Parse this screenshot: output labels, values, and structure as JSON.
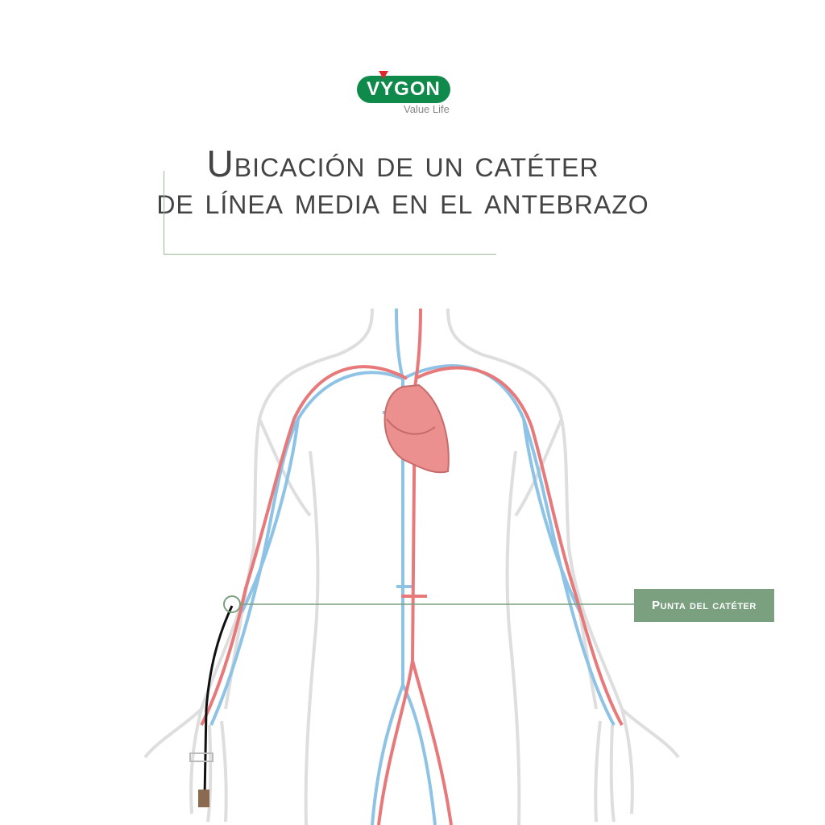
{
  "logo": {
    "brand": "VYGON",
    "tagline": "Value Life"
  },
  "title": {
    "line1": "Ubicación de un catéter",
    "line2": "de línea media en el antebrazo"
  },
  "callout": {
    "label": "Punta del catéter"
  },
  "colors": {
    "artery": "#e8797a",
    "vein": "#8ec3e6",
    "body": "#dedede",
    "accent": "#7aa07f",
    "catheter": "#111111"
  }
}
